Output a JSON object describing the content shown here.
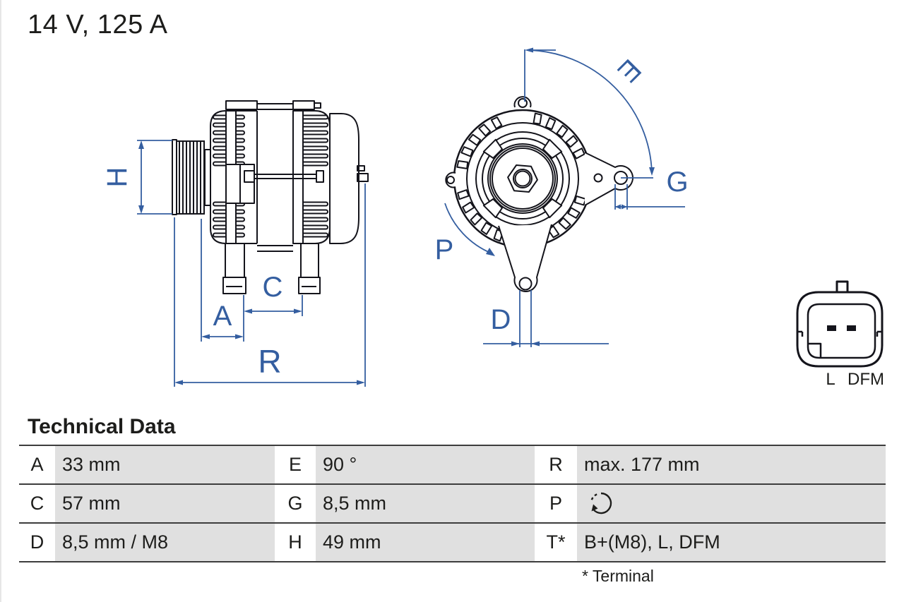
{
  "title": "14 V, 125 A",
  "diagram": {
    "dimension_labels": {
      "H": "H",
      "A": "A",
      "C": "C",
      "R": "R",
      "E": "E",
      "G": "G",
      "P": "P",
      "D": "D"
    },
    "connector": {
      "labels": [
        "L",
        "DFM"
      ]
    }
  },
  "technical_data": {
    "heading": "Technical Data",
    "rows": [
      {
        "cells": [
          {
            "key": "A",
            "value": "33 mm"
          },
          {
            "key": "E",
            "value": "90 °"
          },
          {
            "key": "R",
            "value": "max. 177 mm"
          }
        ]
      },
      {
        "cells": [
          {
            "key": "C",
            "value": "57 mm"
          },
          {
            "key": "G",
            "value": "8,5 mm"
          },
          {
            "key": "P",
            "value": "",
            "icon": "counterclockwise-rotation-icon"
          }
        ]
      },
      {
        "cells": [
          {
            "key": "D",
            "value": "8,5 mm / M8"
          },
          {
            "key": "H",
            "value": "49 mm"
          },
          {
            "key": "T*",
            "value": "B+(M8), L, DFM"
          }
        ]
      }
    ],
    "footnote": "* Terminal"
  },
  "colors": {
    "dimension_blue": "#345ea0",
    "drawing_stroke": "#14141b",
    "table_cell_gray": "#e0e0e0",
    "table_line": "#3d3d3d",
    "text_dark": "#1d1d1b"
  }
}
